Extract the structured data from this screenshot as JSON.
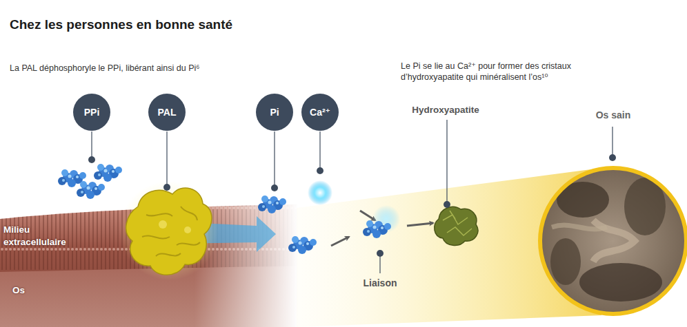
{
  "diagram": {
    "title": "Chez les personnes en bonne santé",
    "nodes": [
      {
        "text": [
          "PPi"
        ]
      },
      {
        "text": [
          "PAL"
        ]
      },
      {
        "text": [
          "Pi"
        ]
      },
      {
        "text": [
          "Ca²⁺"
        ]
      }
    ],
    "labels": [
      "La PAL déphosphoryle le PPi, libérant ainsi du Pi⁶",
      "Le Pi se lie au Ca²⁺ pour former des cristaux d’hydroxyapatite qui minéralisent l’os¹⁰",
      "Hydroxyapatite",
      "Os sain",
      "Milieu extracellulaire",
      "Liaison",
      "Os"
    ]
  }
}
